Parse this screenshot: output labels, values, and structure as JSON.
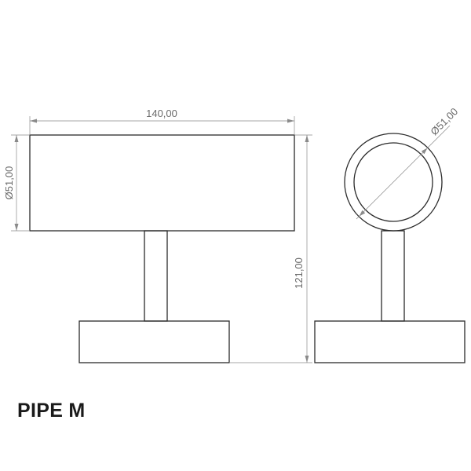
{
  "title": "PIPE M",
  "dimensions": {
    "width": "140,00",
    "pipe_diameter_front": "Ø51,00",
    "height": "121,00",
    "pipe_diameter_side": "Ø51,00"
  },
  "colors": {
    "outline": "#2b2b2b",
    "dimension": "#8a8a8a",
    "dimension_text": "#6a6a6a",
    "title": "#1a1a1a"
  }
}
